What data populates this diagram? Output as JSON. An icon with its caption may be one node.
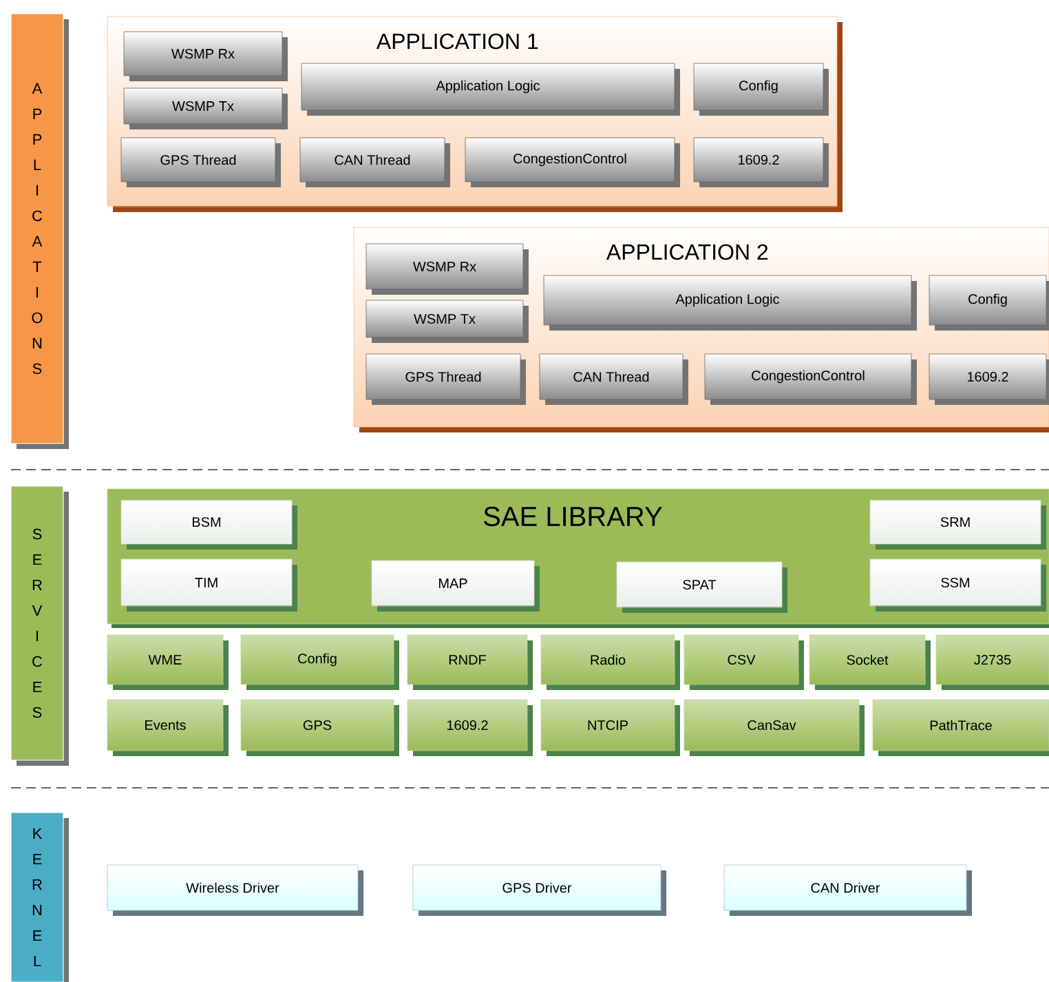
{
  "diagram": {
    "nodes": [
      {
        "text": [
          "APPLICATIONS"
        ]
      },
      {
        "text": [
          "APPLICATION 1"
        ]
      },
      {
        "text": [
          "WSMP Rx"
        ],
        "in": 1
      },
      {
        "text": [
          "WSMP Tx"
        ],
        "in": 1
      },
      {
        "text": [
          "Application Logic"
        ],
        "in": 1
      },
      {
        "text": [
          "Config"
        ],
        "in": 1
      },
      {
        "text": [
          "GPS Thread"
        ],
        "in": 1
      },
      {
        "text": [
          "CAN Thread"
        ],
        "in": 1
      },
      {
        "text": [
          "CongestionControl"
        ],
        "in": 1
      },
      {
        "text": [
          "1609.2"
        ],
        "in": 1
      },
      {
        "text": [
          "APPLICATION 2"
        ]
      },
      {
        "text": [
          "WSMP Rx"
        ],
        "in": 10
      },
      {
        "text": [
          "WSMP Tx"
        ],
        "in": 10
      },
      {
        "text": [
          "Application Logic"
        ],
        "in": 10
      },
      {
        "text": [
          "Config"
        ],
        "in": 10
      },
      {
        "text": [
          "GPS Thread"
        ],
        "in": 10
      },
      {
        "text": [
          "CAN Thread"
        ],
        "in": 10
      },
      {
        "text": [
          "CongestionControl"
        ],
        "in": 10
      },
      {
        "text": [
          "1609.2"
        ],
        "in": 10
      },
      {
        "text": [
          "SERVICES"
        ]
      },
      {
        "text": [
          "SAE LIBRARY"
        ]
      },
      {
        "text": [
          "BSM"
        ],
        "in": 20
      },
      {
        "text": [
          "TIM"
        ],
        "in": 20
      },
      {
        "text": [
          "MAP"
        ],
        "in": 20
      },
      {
        "text": [
          "SPAT"
        ],
        "in": 20
      },
      {
        "text": [
          "SRM"
        ],
        "in": 20
      },
      {
        "text": [
          "SSM"
        ],
        "in": 20
      },
      {
        "text": [
          "WME"
        ]
      },
      {
        "text": [
          "Config"
        ]
      },
      {
        "text": [
          "RNDF"
        ]
      },
      {
        "text": [
          "Radio"
        ]
      },
      {
        "text": [
          "CSV"
        ]
      },
      {
        "text": [
          "Socket"
        ]
      },
      {
        "text": [
          "J2735"
        ]
      },
      {
        "text": [
          "Events"
        ]
      },
      {
        "text": [
          "GPS"
        ]
      },
      {
        "text": [
          "1609.2"
        ]
      },
      {
        "text": [
          "NTCIP"
        ]
      },
      {
        "text": [
          "CanSav"
        ]
      },
      {
        "text": [
          "PathTrace"
        ]
      },
      {
        "text": [
          "KERNEL"
        ]
      },
      {
        "text": [
          "Wireless Driver"
        ]
      },
      {
        "text": [
          "GPS Driver"
        ]
      },
      {
        "text": [
          "CAN Driver"
        ]
      }
    ]
  }
}
